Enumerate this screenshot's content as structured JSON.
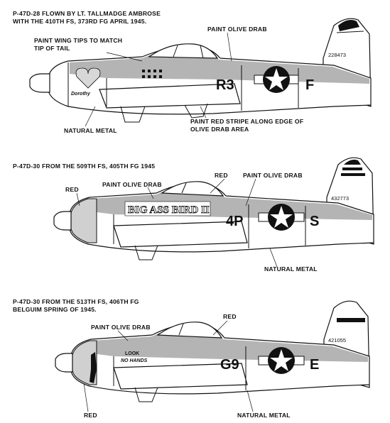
{
  "aircraft": [
    {
      "header_lines": [
        "P-47D-28  FLOWN BY LT. TALLMADGE AMBROSE",
        "WITH THE 410TH FS, 373RD FG  APRIL 1945."
      ],
      "code_left": "R3",
      "code_right": "F",
      "serial": "228473",
      "nose_art": "Dorothy",
      "callouts": {
        "wing_tips": [
          "PAINT WING TIPS TO MATCH",
          "TIP OF TAIL"
        ],
        "olive_drab": "PAINT OLIVE DRAB",
        "natural_metal": "NATURAL METAL",
        "red_stripe": [
          "PAINT RED STRIPE ALONG EDGE OF",
          "OLIVE DRAB AREA"
        ]
      }
    },
    {
      "header_lines": [
        "P-47D-30  FROM THE 509TH FS, 405TH FG  1945"
      ],
      "code_left": "4P",
      "code_right": "S",
      "serial": "432773",
      "nose_art": "BIG ASS BIRD II",
      "callouts": {
        "red_top": "RED",
        "olive_drab_right": "PAINT OLIVE DRAB",
        "red_left": "RED",
        "olive_drab_left": "PAINT OLIVE DRAB",
        "natural_metal": "NATURAL METAL"
      }
    },
    {
      "header_lines": [
        "P-47D-30  FROM THE 513TH FS, 406TH FG",
        "BELGUIM  SPRING OF 1945."
      ],
      "code_left": "G9",
      "code_right": "E",
      "serial": "421055",
      "nose_art": [
        "LOOK",
        "NO HANDS"
      ],
      "callouts": {
        "red_top": "RED",
        "olive_drab": "PAINT OLIVE DRAB",
        "red_bottom": "RED",
        "natural_metal": "NATURAL METAL"
      }
    }
  ]
}
